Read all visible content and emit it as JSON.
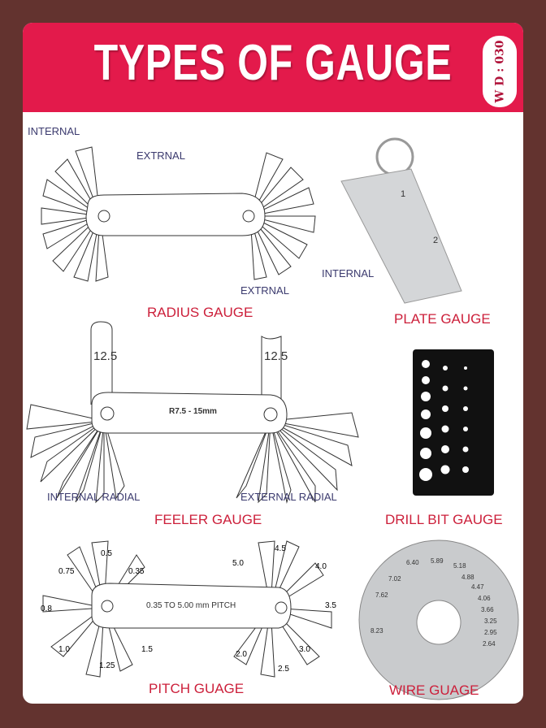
{
  "header": {
    "title": "TYPES OF GAUGE",
    "code": "W D : 030"
  },
  "colors": {
    "background": "#63332f",
    "header": "#e31a4b",
    "label": "#cc1f3a",
    "annotation": "#3b3a6e"
  },
  "radius_gauge": {
    "label": "RADIUS GAUGE",
    "annotations": [
      "INTERNAL",
      "EXTRNAL",
      "INTERNAL",
      "EXTRNAL"
    ]
  },
  "plate_gauge": {
    "label": "PLATE GAUGE",
    "marks": [
      "1",
      "2"
    ]
  },
  "feeler_gauge": {
    "label": "FEELER GAUGE",
    "left_blade": "12.5",
    "right_blade": "12.5",
    "body_text": "R7.5 - 15mm",
    "left_caption": "INTERNAL RADIAL",
    "right_caption": "EXTERNAL RADIAL"
  },
  "drill_bit_gauge": {
    "label": "DRILL BIT GAUGE"
  },
  "pitch_gauge": {
    "label": "PITCH GUAGE",
    "body_text": "0.35 TO 5.00 mm PITCH",
    "blades": [
      "0.5",
      "0.75",
      "0.35",
      "0.8",
      "1.0",
      "1.25",
      "1.5",
      "5.0",
      "4.5",
      "4.0",
      "3.5",
      "3.0",
      "2.5",
      "2.0"
    ]
  },
  "wire_gauge": {
    "label": "WIRE GUAGE",
    "marks": [
      "6.40",
      "5.89",
      "5.18",
      "4.88",
      "4.47",
      "4.06",
      "3.66",
      "3.25",
      "2.95",
      "2.64",
      "7.62",
      "7.02",
      "8.23"
    ]
  }
}
